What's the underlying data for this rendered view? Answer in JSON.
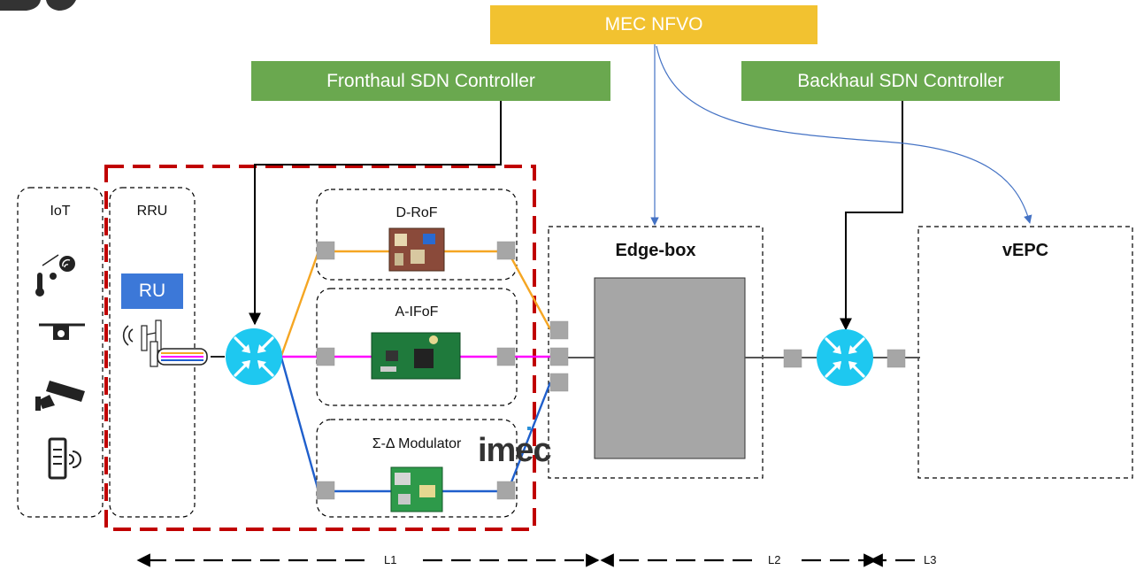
{
  "controllers": {
    "nfvo": {
      "label": "MEC NFVO",
      "color": "#f2c230"
    },
    "fronthaul": {
      "label": "Fronthaul SDN Controller",
      "color": "#6aa84f"
    },
    "backhaul": {
      "label": "Backhaul SDN Controller",
      "color": "#6aa84f"
    }
  },
  "zones": {
    "iot": {
      "label": "IoT"
    },
    "rru": {
      "label": "RRU",
      "ru_label": "RU"
    },
    "edge": {
      "label": "Edge-box"
    },
    "vepc": {
      "label": "vEPC"
    }
  },
  "links": {
    "drof": {
      "label": "D-RoF",
      "color": "#f5a623"
    },
    "aifof": {
      "label": "A-IFoF",
      "color": "#ff00ff"
    },
    "sigma": {
      "label": "Σ-Δ Modulator",
      "color": "#1f5fcc"
    }
  },
  "brand": {
    "logo_text": "imec"
  },
  "segments": {
    "l1": "L1",
    "l2": "L2",
    "l3": "L3"
  },
  "colors": {
    "fronthaul_box": "#c00000",
    "switch": "#1ec8f0",
    "port": "#a6a6a6",
    "edge_fill": "#a6a6a6"
  },
  "icons": [
    "sensor-icon",
    "drone-icon",
    "camera-icon",
    "router-device-icon",
    "antenna-icon"
  ]
}
